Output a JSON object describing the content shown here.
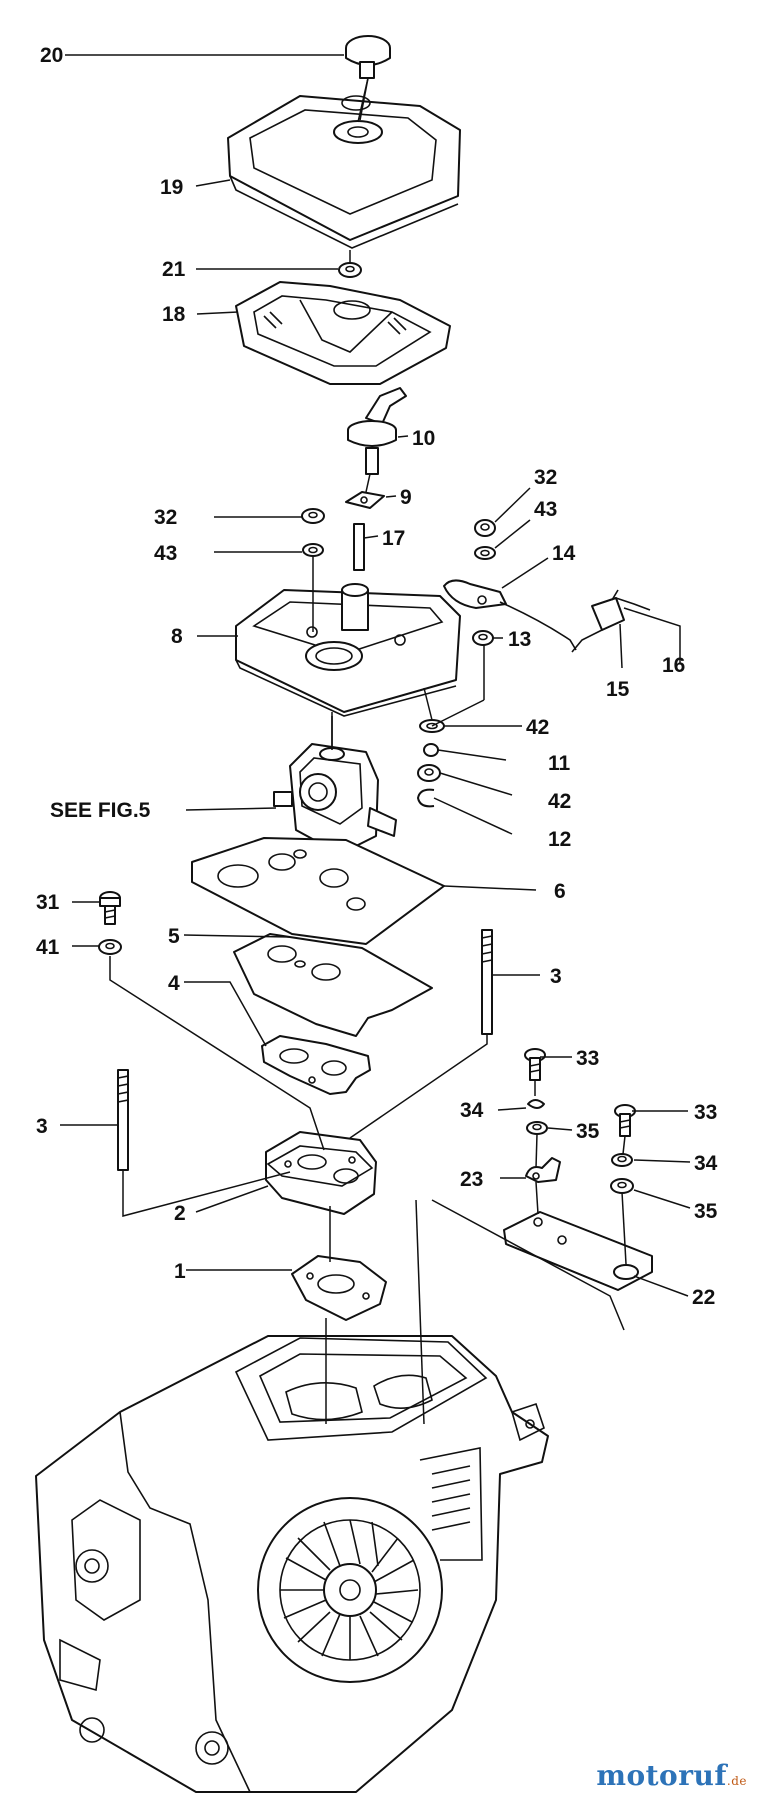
{
  "labels": {
    "p20": "20",
    "p19": "19",
    "p21": "21",
    "p18": "18",
    "p10": "10",
    "p9": "9",
    "p17": "17",
    "p32a": "32",
    "p43a": "43",
    "p8": "8",
    "p32b": "32",
    "p43b": "43",
    "p14": "14",
    "p13": "13",
    "p16": "16",
    "p15": "15",
    "p42a": "42",
    "p11": "11",
    "p42b": "42",
    "p12": "12",
    "seefig": "SEE FIG.5",
    "p6": "6",
    "p31": "31",
    "p41": "41",
    "p5": "5",
    "p3a": "3",
    "p4": "4",
    "p33a": "33",
    "p34a": "34",
    "p35a": "35",
    "p3b": "3",
    "p33b": "33",
    "p23": "23",
    "p34b": "34",
    "p2": "2",
    "p35b": "35",
    "p1": "1",
    "p22": "22"
  },
  "watermark": {
    "brand": "motoruf",
    "suffix": ".de"
  },
  "colors": {
    "line": "#111111",
    "brand_blue": "#2d73b8",
    "brand_orange": "#c05a16"
  }
}
